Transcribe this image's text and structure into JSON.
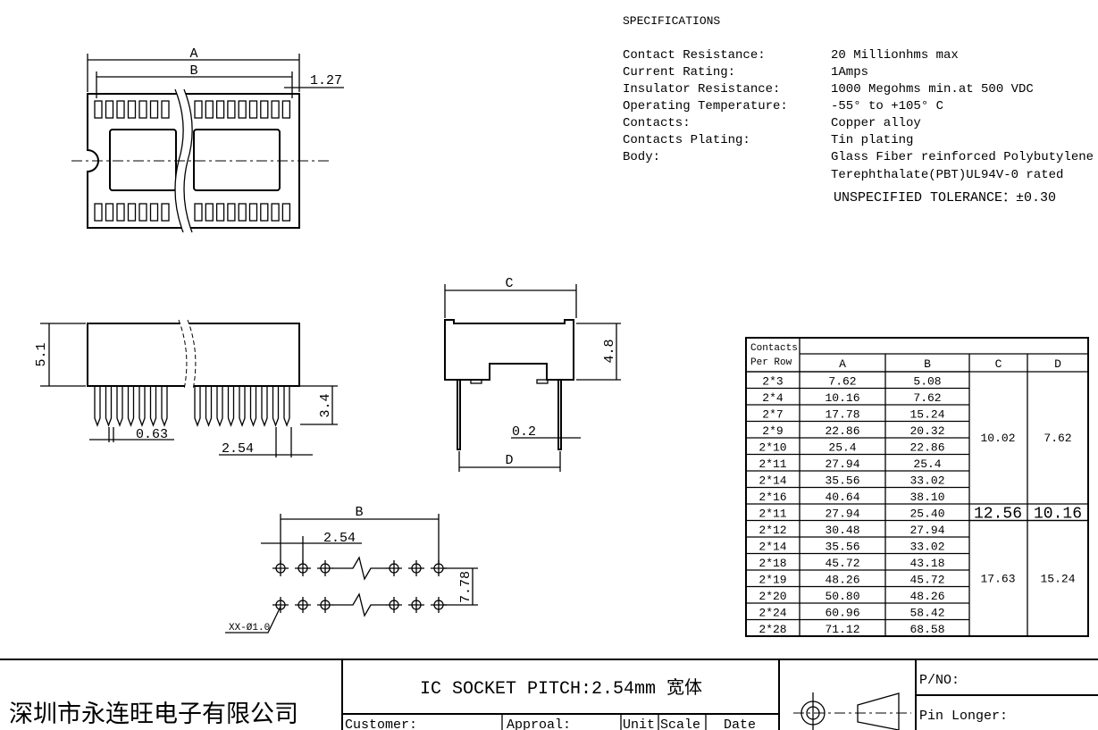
{
  "specs": {
    "title": "SPECIFICATIONS",
    "rows": [
      {
        "label": "Contact Resistance:",
        "value": "20 Millionhms max"
      },
      {
        "label": "Current Rating:",
        "value": "1Amps"
      },
      {
        "label": "Insulator Resistance:",
        "value": "1000 Megohms min.at 500 VDC"
      },
      {
        "label": "Operating Temperature:",
        "value": "-55° to +105° C"
      },
      {
        "label": "Contacts:",
        "value": "Copper alloy"
      },
      {
        "label": "Contacts Plating:",
        "value": "Tin plating"
      },
      {
        "label": "Body:",
        "value": "Glass Fiber reinforced Polybutylene"
      }
    ],
    "body_cont": "Terephthalate(PBT)UL94V-0 rated",
    "tolerance": "UNSPECIFIED TOLERANCE：±0.30"
  },
  "dims": {
    "A": "A",
    "B": "B",
    "pitch_small": "1.27",
    "height": "5.1",
    "pin_len": "3.4",
    "pin_w": "0.63",
    "pitch": "2.54",
    "C": "C",
    "D": "D",
    "end_h": "4.8",
    "pin_t": "0.2",
    "fp_B": "B",
    "fp_pitch": "2.54",
    "fp_row": "7.78",
    "hole": "XX-Ø1.0"
  },
  "table": {
    "header": {
      "contacts": "Contacts",
      "per_row": "Per Row",
      "A": "A",
      "B": "B",
      "C": "C",
      "D": "D"
    },
    "rows": [
      {
        "n": "2*3",
        "A": "7.62",
        "B": "5.08"
      },
      {
        "n": "2*4",
        "A": "10.16",
        "B": "7.62"
      },
      {
        "n": "2*7",
        "A": "17.78",
        "B": "15.24"
      },
      {
        "n": "2*9",
        "A": "22.86",
        "B": "20.32"
      },
      {
        "n": "2*10",
        "A": "25.4",
        "B": "22.86"
      },
      {
        "n": "2*11",
        "A": "27.94",
        "B": "25.4"
      },
      {
        "n": "2*14",
        "A": "35.56",
        "B": "33.02"
      },
      {
        "n": "2*16",
        "A": "40.64",
        "B": "38.10"
      },
      {
        "n": "2*11",
        "A": "27.94",
        "B": "25.40"
      },
      {
        "n": "2*12",
        "A": "30.48",
        "B": "27.94"
      },
      {
        "n": "2*14",
        "A": "35.56",
        "B": "33.02"
      },
      {
        "n": "2*18",
        "A": "45.72",
        "B": "43.18"
      },
      {
        "n": "2*19",
        "A": "48.26",
        "B": "45.72"
      },
      {
        "n": "2*20",
        "A": "50.80",
        "B": "48.26"
      },
      {
        "n": "2*24",
        "A": "60.96",
        "B": "58.42"
      },
      {
        "n": "2*28",
        "A": "71.12",
        "B": "68.58"
      }
    ],
    "groups": [
      {
        "C": "10.02",
        "D": "7.62"
      },
      {
        "C": "12.56",
        "D": "10.16"
      },
      {
        "C": "17.63",
        "D": "15.24"
      }
    ]
  },
  "title_block": {
    "company": "深圳市永连旺电子有限公司",
    "title": "IC SOCKET PITCH:2.54mm 宽体",
    "customer": "Customer:",
    "approval": "Approal:",
    "unit": "Unit",
    "scale": "Scale",
    "date": "Date",
    "pno": "P/NO:",
    "pin_longer": "Pin Longer:"
  }
}
